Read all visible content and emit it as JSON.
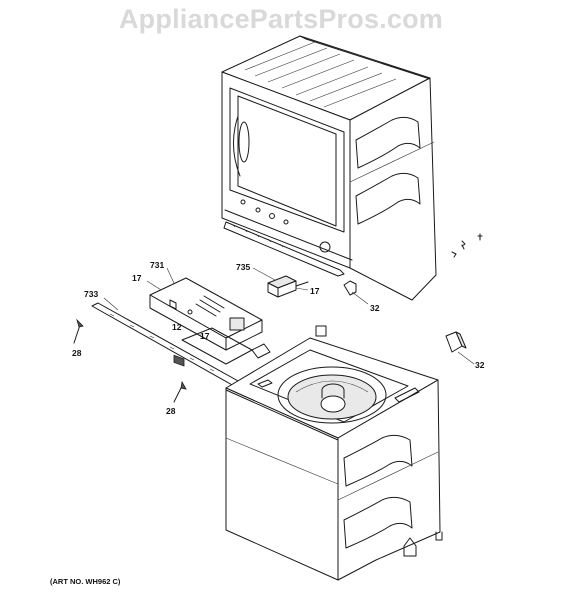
{
  "watermark": "AppliancePartsPros.com",
  "callouts": {
    "c731": "731",
    "c17a": "17",
    "c733": "733",
    "c735": "735",
    "c17b": "17",
    "c32a": "32",
    "c12": "12",
    "c17c": "17",
    "c28a": "28",
    "c28b": "28",
    "c32b": "32"
  },
  "art_number": "(ART NO. WH962 C)"
}
